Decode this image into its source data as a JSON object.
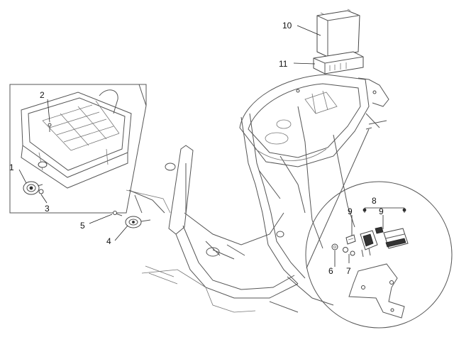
{
  "callouts": {
    "c1": "1",
    "c2": "2",
    "c3": "3",
    "c4": "4",
    "c5": "5",
    "c6": "6",
    "c7": "7",
    "c8": "8",
    "c9a": "9",
    "c9b": "9",
    "c10": "10",
    "c11": "11"
  }
}
